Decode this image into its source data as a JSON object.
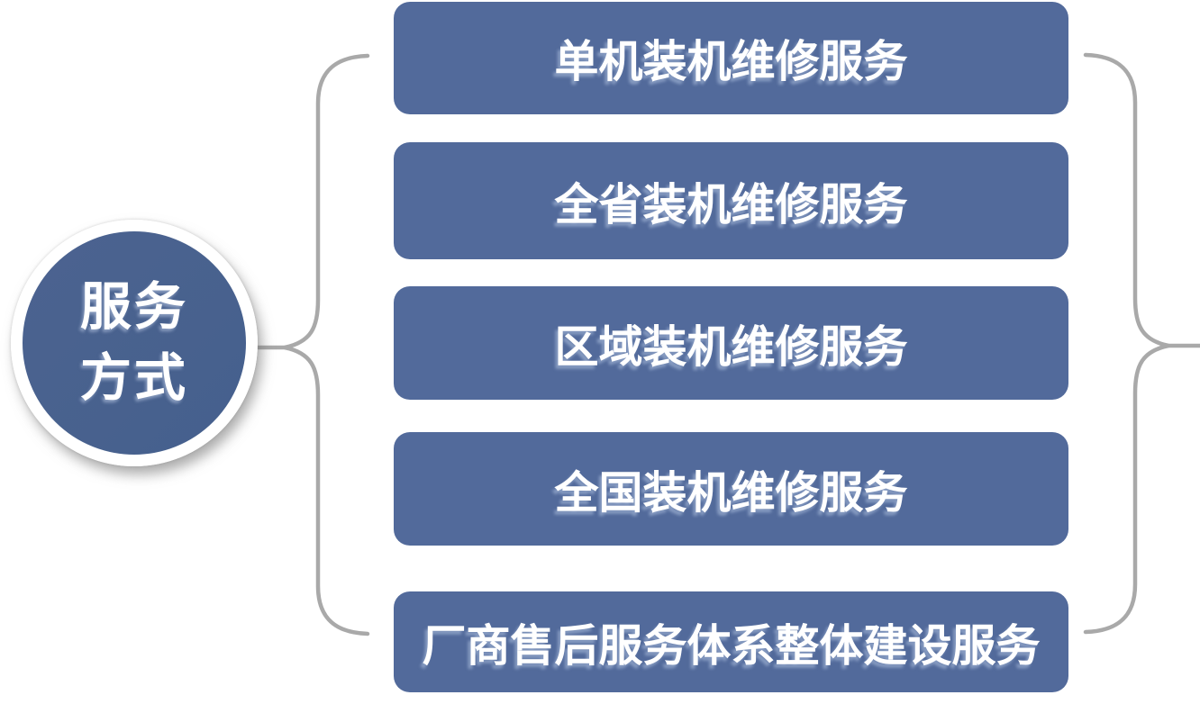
{
  "diagram": {
    "center": {
      "label": "服务方式",
      "line1": "服务",
      "line2": "方式"
    },
    "boxes": [
      {
        "label": "单机装机维修服务"
      },
      {
        "label": "全省装机维修服务"
      },
      {
        "label": "区域装机维修服务"
      },
      {
        "label": "全国装机维修服务"
      },
      {
        "label": "厂商售后服务体系整体建设服务"
      }
    ]
  },
  "colors": {
    "background": "#FFFFFF",
    "box_fill": "#526A9B",
    "circle_fill": "#4C6390",
    "circle_ring": "#FFFFFF",
    "label_text": "#FFFFFF",
    "brace_stroke": "#A9A9A9"
  }
}
